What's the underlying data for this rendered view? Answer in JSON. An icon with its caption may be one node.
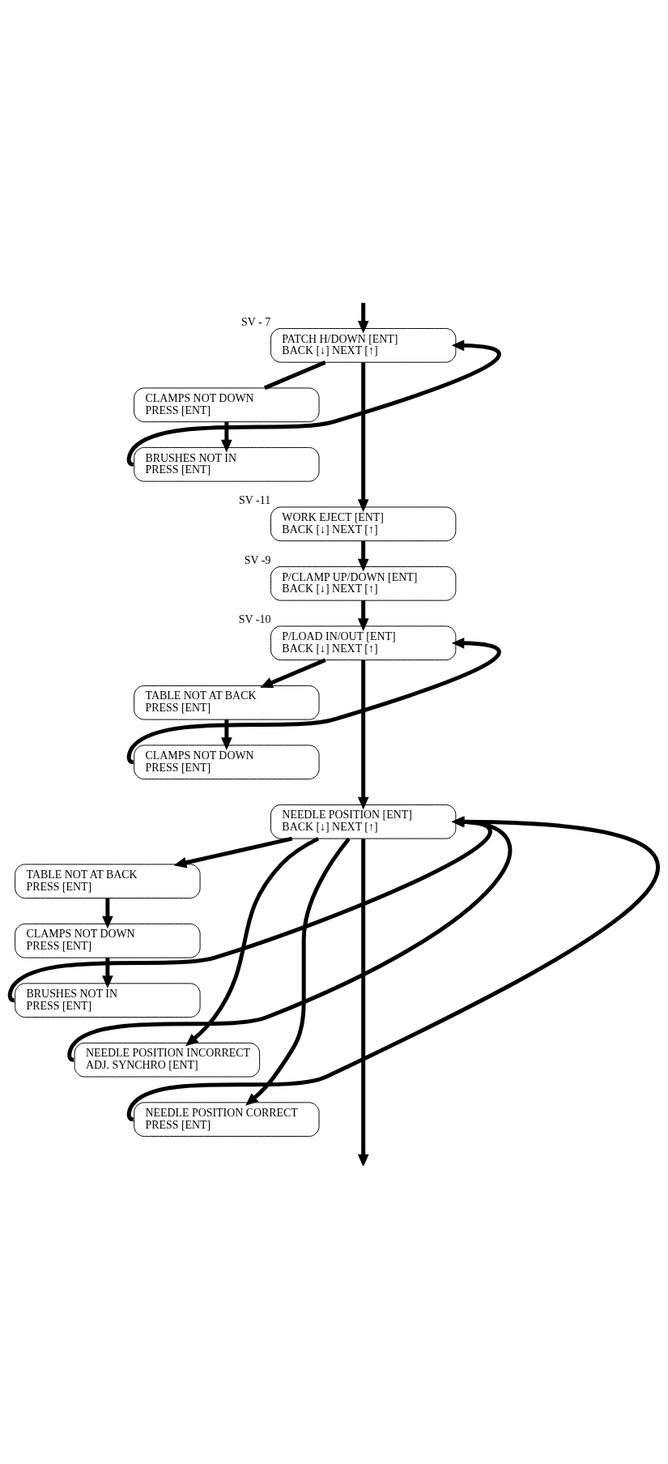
{
  "diagram": {
    "nodes": [
      {
        "text": [
          "PATCH H/DOWN [ENT]",
          "BACK [↓] NEXT [↑]"
        ],
        "beside": [
          "SV - 7"
        ]
      },
      {
        "text": [
          "CLAMPS NOT DOWN",
          "PRESS [ENT]"
        ]
      },
      {
        "text": [
          "BRUSHES NOT IN",
          "PRESS [ENT]"
        ]
      },
      {
        "text": [
          "WORK EJECT [ENT]",
          "BACK [↓] NEXT [↑]"
        ],
        "beside": [
          "SV -11"
        ]
      },
      {
        "text": [
          "P/CLAMP UP/DOWN [ENT]",
          "BACK [↓] NEXT [↑]"
        ],
        "beside": [
          "SV -9"
        ]
      },
      {
        "text": [
          "P/LOAD IN/OUT [ENT]",
          "BACK [↓] NEXT [↑]"
        ],
        "beside": [
          "SV -10"
        ]
      },
      {
        "text": [
          "TABLE NOT AT BACK",
          "PRESS [ENT]"
        ]
      },
      {
        "text": [
          "CLAMPS NOT DOWN",
          "PRESS [ENT]"
        ]
      },
      {
        "text": [
          "NEEDLE POSITION [ENT]",
          "BACK [↓] NEXT [↑]"
        ]
      },
      {
        "text": [
          "TABLE NOT AT BACK",
          "PRESS [ENT]"
        ]
      },
      {
        "text": [
          "CLAMPS NOT DOWN",
          "PRESS [ENT]"
        ]
      },
      {
        "text": [
          "BRUSHES NOT IN",
          "PRESS [ENT]"
        ]
      },
      {
        "text": [
          "NEEDLE POSITION INCORRECT",
          "ADJ. SYNCHRO [ENT]"
        ]
      },
      {
        "text": [
          "NEEDLE POSITION CORRECT",
          "PRESS [ENT]"
        ]
      }
    ],
    "edges": [
      {
        "from": null,
        "to": 0,
        "arrow": "to"
      },
      {
        "from": 0,
        "to": 1,
        "arrow": "none"
      },
      {
        "from": 1,
        "to": 2,
        "arrow": "to"
      },
      {
        "from": 2,
        "to": 0,
        "arrow": "to"
      },
      {
        "from": 0,
        "to": 3,
        "arrow": "to"
      },
      {
        "from": 3,
        "to": 4,
        "arrow": "to"
      },
      {
        "from": 4,
        "to": 5,
        "arrow": "to"
      },
      {
        "from": 5,
        "to": 6,
        "arrow": "to"
      },
      {
        "from": 6,
        "to": 7,
        "arrow": "to"
      },
      {
        "from": 7,
        "to": 5,
        "arrow": "to"
      },
      {
        "from": 5,
        "to": 8,
        "arrow": "to"
      },
      {
        "from": 8,
        "to": 9,
        "arrow": "to"
      },
      {
        "from": 9,
        "to": 10,
        "arrow": "to"
      },
      {
        "from": 10,
        "to": 11,
        "arrow": "to"
      },
      {
        "from": 11,
        "to": 8,
        "arrow": "to"
      },
      {
        "from": 12,
        "to": 8,
        "arrow": "to"
      },
      {
        "from": 13,
        "to": 8,
        "arrow": "to"
      },
      {
        "from": 8,
        "to": 12,
        "arrow": "to"
      },
      {
        "from": 8,
        "to": 13,
        "arrow": "to"
      },
      {
        "from": 8,
        "to": null,
        "arrow": "to"
      }
    ]
  }
}
